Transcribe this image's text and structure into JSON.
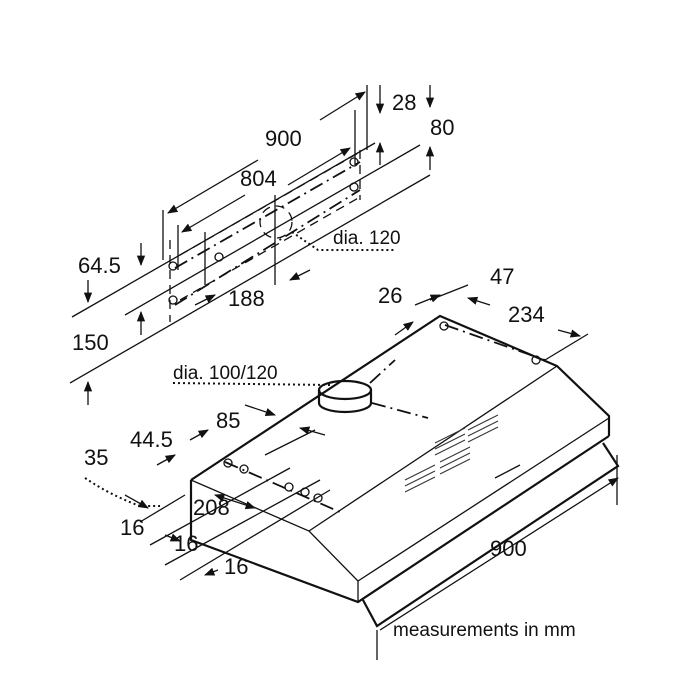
{
  "wall_bracket": {
    "width_total": "900",
    "hole_spacing": "804",
    "offset_top": "28",
    "hole_vertical": "80",
    "duct_diameter": "dia. 120",
    "top_offset_left": "64.5",
    "duct_offset": "188",
    "bracket_height": "150"
  },
  "hood": {
    "rear_offset": "26",
    "rear_hole": "47",
    "rear_spacing": "234",
    "outlet_diameter": "dia. 100/120",
    "outlet_depth": "85",
    "left_offset": "44.5",
    "side_hole": "35",
    "side_spacing": "208",
    "spacing_a": "16",
    "spacing_b": "16",
    "spacing_c": "16",
    "width": "900"
  },
  "note": "measurements in mm"
}
